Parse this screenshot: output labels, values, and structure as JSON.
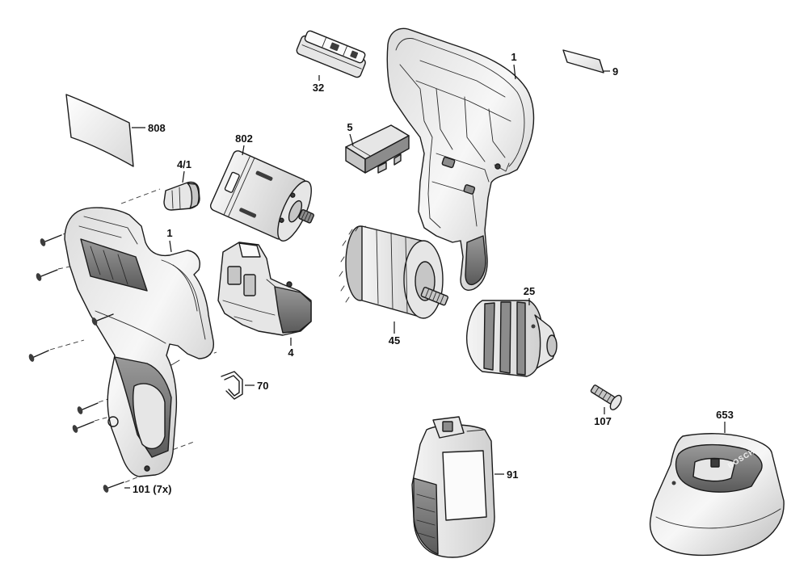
{
  "labels": {
    "p1_right": "1",
    "p9": "9",
    "p32": "32",
    "p5": "5",
    "p808": "808",
    "p802": "802",
    "p4_1": "4/1",
    "p1_left": "1",
    "p25": "25",
    "p45": "45",
    "p4": "4",
    "p70": "70",
    "p107": "107",
    "p653": "653",
    "p91": "91",
    "p101": "101 (7x)"
  },
  "logo": "BOSCH"
}
